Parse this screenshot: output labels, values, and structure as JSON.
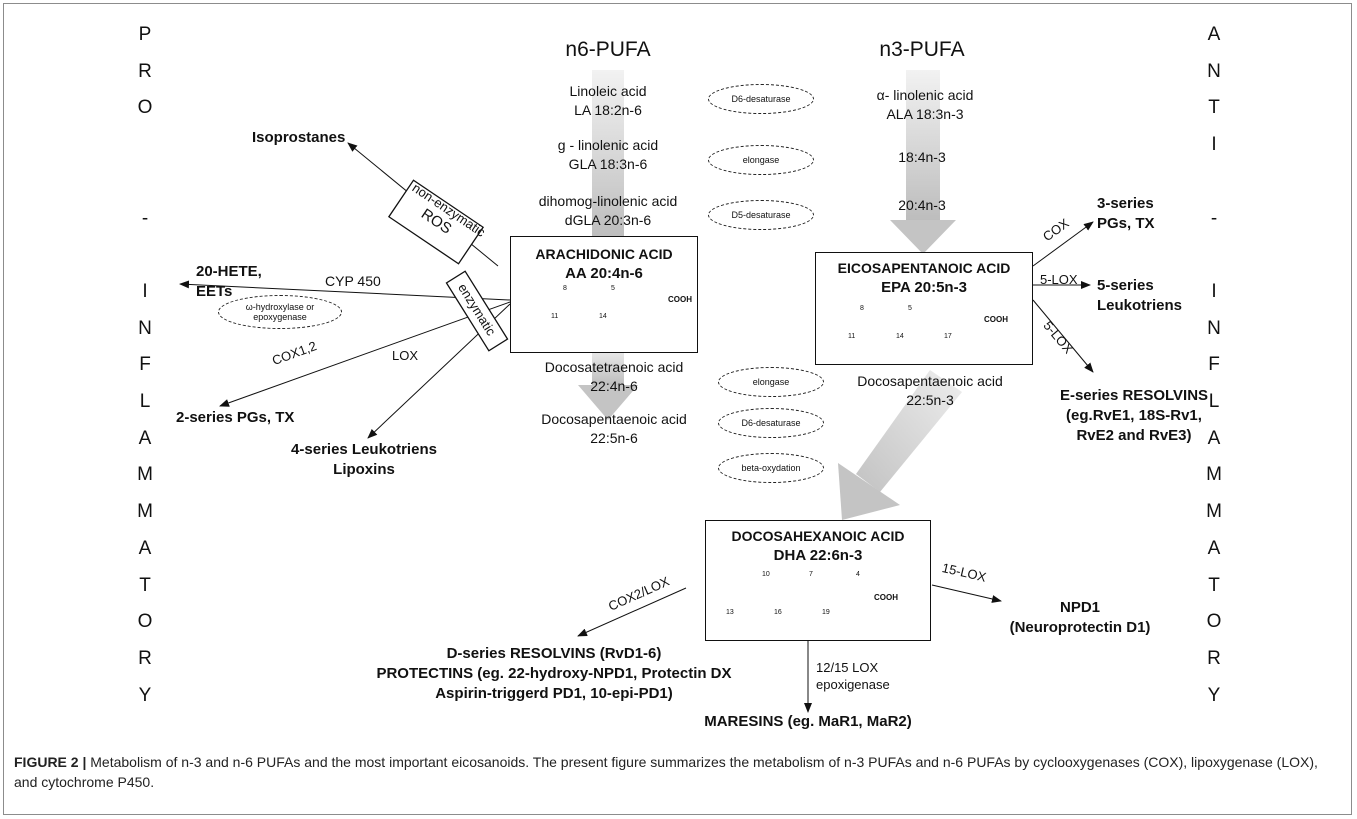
{
  "pro_column": [
    "P",
    "R",
    "O",
    "",
    "",
    "-",
    "",
    "I",
    "N",
    "F",
    "L",
    "A",
    "M",
    "M",
    "A",
    "T",
    "O",
    "R",
    "Y"
  ],
  "anti_column": [
    "A",
    "N",
    "T",
    "I",
    "",
    "-",
    "",
    "I",
    "N",
    "F",
    "L",
    "A",
    "M",
    "M",
    "A",
    "T",
    "O",
    "R",
    "Y"
  ],
  "headers": {
    "n6": "n6-PUFA",
    "n3": "n3-PUFA"
  },
  "n6_chain": [
    {
      "name": "Linoleic acid",
      "formula": "LA 18:2n-6"
    },
    {
      "name": "g - linolenic acid",
      "formula": "GLA 18:3n-6"
    },
    {
      "name": "dihomog-linolenic acid",
      "formula": "dGLA 20:3n-6"
    },
    {
      "name": "Docosatetraenoic acid",
      "formula": "22:4n-6"
    },
    {
      "name": "Docosapentaenoic acid",
      "formula": "22:5n-6"
    }
  ],
  "n3_chain": [
    {
      "name": "α- linolenic acid",
      "formula": "ALA 18:3n-3"
    },
    {
      "name": "",
      "formula": "18:4n-3"
    },
    {
      "name": "",
      "formula": "20:4n-3"
    },
    {
      "name": "Docosapentaenoic acid",
      "formula": "22:5n-3"
    }
  ],
  "enzymes": {
    "d6_top": "D6-desaturase",
    "elongase_top": "elongase",
    "d5": "D5-desaturase",
    "elongase_bottom": "elongase",
    "d6_bottom": "D6-desaturase",
    "beta": "beta-oxydation",
    "omega_hydroxylase": "ω-hydroxylase or epoxygenase"
  },
  "boxes": {
    "aa": {
      "title": "ARACHIDONIC ACID",
      "sub": "AA 20:4n-6",
      "numbers": [
        "8",
        "5",
        "11",
        "14"
      ],
      "cooh": "COOH"
    },
    "epa": {
      "title": "EICOSAPENTANOIC ACID",
      "sub": "EPA 20:5n-3",
      "numbers": [
        "8",
        "5",
        "11",
        "14",
        "17"
      ],
      "cooh": "COOH"
    },
    "dha": {
      "title": "DOCOSAHEXANOIC ACID",
      "sub": "DHA 22:6n-3",
      "numbers": [
        "10",
        "7",
        "4",
        "13",
        "16",
        "19"
      ],
      "cooh": "COOH"
    },
    "ros": "ROS",
    "enzymatic": "enzymatic"
  },
  "pathway_labels": {
    "non_enzymatic": "non-enzymatic",
    "cyp450": "CYP 450",
    "cox12": "COX1,2",
    "lox": "LOX",
    "cox": "COX",
    "lox5_a": "5-LOX",
    "lox5_b": "5-LOX",
    "cox2lox": "COX2/LOX",
    "lox15": "15-LOX",
    "lox1215": "12/15 LOX",
    "epoxigenase": "epoxigenase"
  },
  "products": {
    "isoprostanes": "Isoprostanes",
    "hete": [
      "20-HETE,",
      "EETs"
    ],
    "pgs2": "2-series PGs, TX",
    "lt4": [
      "4-series Leukotriens",
      "Lipoxins"
    ],
    "pgs3": [
      "3-series",
      "PGs, TX"
    ],
    "lt5": [
      "5-series",
      "Leukotriens"
    ],
    "eseries": [
      "E-series RESOLVINS",
      "(eg.RvE1, 18S-Rv1,",
      "RvE2 and RvE3)"
    ],
    "npd1": [
      "NPD1",
      "(Neuroprotectin D1)"
    ],
    "dseries": [
      "D-series RESOLVINS (RvD1-6)",
      "PROTECTINS (eg. 22-hydroxy-NPD1, Protectin DX",
      "Aspirin-triggerd PD1, 10-epi-PD1)"
    ],
    "maresins": "MARESINS (eg. MaR1, MaR2)"
  },
  "caption": {
    "label": "FIGURE 2 |",
    "text": " Metabolism of n-3 and n-6 PUFAs and the most important eicosanoids. The present figure summarizes the metabolism of n-3 PUFAs and n-6 PUFAs by cyclooxygenases (COX), lipoxygenase (LOX), and cytochrome P450."
  }
}
